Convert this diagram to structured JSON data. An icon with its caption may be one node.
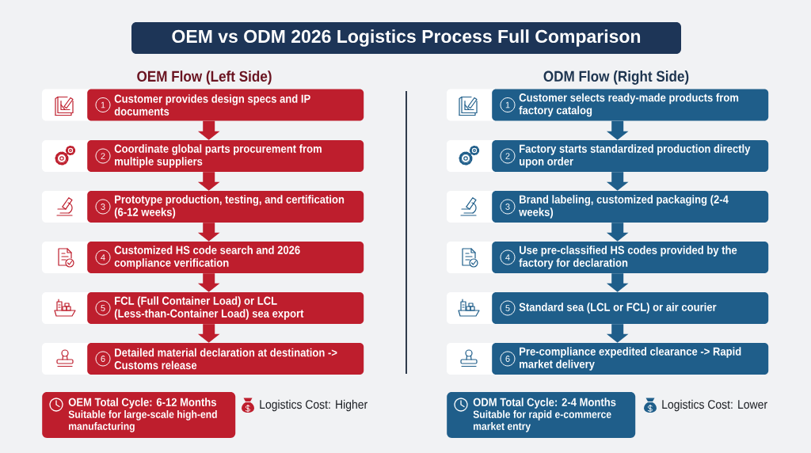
{
  "diagram": {
    "title": "OEM vs ODM 2026 Logistics Process Full Comparison",
    "nodes": [
      {
        "text": [
          "1",
          "Customer provides design specs and IP documents"
        ]
      },
      {
        "text": [
          "2",
          "Coordinate global parts procurement from multiple suppliers"
        ]
      },
      {
        "text": [
          "3",
          "Prototype production, testing, and certification (6-12 weeks)"
        ]
      },
      {
        "text": [
          "4",
          "Customized HS code search and 2026 compliance verification"
        ]
      },
      {
        "text": [
          "5",
          "FCL (Full Container Load) or LCL (Less-than-Container Load) sea export"
        ]
      },
      {
        "text": [
          "6",
          "Detailed material declaration at destination -> Customs release"
        ]
      },
      {
        "text": [
          "1",
          "Customer selects ready-made products from factory catalog"
        ]
      },
      {
        "text": [
          "2",
          "Factory starts standardized production directly upon order"
        ]
      },
      {
        "text": [
          "3",
          "Brand labeling, customized packaging (2-4 weeks)"
        ]
      },
      {
        "text": [
          "4",
          "Use pre-classified HS codes provided by the factory for declaration"
        ]
      },
      {
        "text": [
          "5",
          "Standard sea (LCL or FCL) or air courier"
        ]
      },
      {
        "text": [
          "6",
          "Pre-compliance expedited clearance -> Rapid market delivery"
        ]
      },
      {
        "text": [
          "OEM Total Cycle: 6-12 Months",
          "Suitable for large-scale high-end manufacturing"
        ]
      },
      {
        "text": [
          "ODM Total Cycle: 2-4 Months",
          "Suitable for rapid e-commerce market entry"
        ]
      }
    ],
    "edges": [
      {
        "from": 0,
        "to": 1,
        "arrow": "to",
        "color": "#be1e2d"
      },
      {
        "from": 1,
        "to": 2,
        "arrow": "to",
        "color": "#be1e2d"
      },
      {
        "from": 2,
        "to": 3,
        "arrow": "to",
        "color": "#be1e2d"
      },
      {
        "from": 3,
        "to": 4,
        "arrow": "to",
        "color": "#be1e2d"
      },
      {
        "from": 4,
        "to": 5,
        "arrow": "to",
        "color": "#be1e2d"
      },
      {
        "from": 6,
        "to": 7,
        "arrow": "to",
        "color": "#1f5e8a"
      },
      {
        "from": 7,
        "to": 8,
        "arrow": "to",
        "color": "#1f5e8a"
      },
      {
        "from": 8,
        "to": 9,
        "arrow": "to",
        "color": "#1f5e8a"
      },
      {
        "from": 9,
        "to": 10,
        "arrow": "to",
        "color": "#1f5e8a"
      },
      {
        "from": 10,
        "to": 11,
        "arrow": "to",
        "color": "#1f5e8a"
      }
    ],
    "labels": [
      "OEM Flow (Left Side)",
      "ODM Flow (Right Side)",
      "Logistics Cost: Higher",
      "Logistics Cost: Lower"
    ]
  }
}
